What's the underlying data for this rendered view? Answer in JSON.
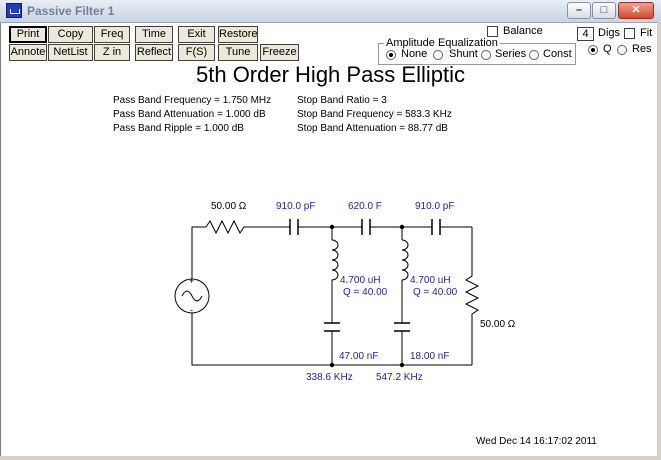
{
  "window": {
    "title": "Passive Filter 1",
    "controls": [
      "–",
      "□",
      "✕"
    ]
  },
  "toolbar": {
    "row1": [
      "Print",
      "Copy",
      "Freq",
      "Time",
      "Exit",
      "Restore"
    ],
    "row2": [
      "Annote",
      "NetList",
      "Z in",
      "Reflect",
      "F(S)",
      "Tune",
      "Freeze"
    ]
  },
  "options": {
    "balance_label": "Balance",
    "amplitude_equalization": {
      "label": "Amplitude Equalization",
      "options": [
        "None",
        "Shunt",
        "Series",
        "Const"
      ],
      "selected": "None"
    },
    "digs_value": "4",
    "digs_label": "Digs",
    "fit_label": "Fit",
    "q_label": "Q",
    "res_label": "Res",
    "q_res_selected": "Q"
  },
  "report": {
    "title": "5th Order High Pass Elliptic",
    "specs_left": [
      "Pass Band Frequency = 1.750 MHz",
      "Pass Band Attenuation = 1.000 dB",
      "Pass Band Ripple = 1.000 dB"
    ],
    "specs_right": [
      "Stop Band Ratio = 3",
      "Stop Band Frequency = 583.3 KHz",
      "Stop Band Attenuation = 88.77 dB"
    ],
    "timestamp": "Wed Dec 14 16:17:02 2011"
  },
  "schematic": {
    "source_resistor": "50.00 Ω",
    "series_caps": [
      "910.0 pF",
      "620.0 F",
      "910.0 pF"
    ],
    "shunt_inductors": [
      {
        "l": "4.700 uH",
        "q": "Q = 40.00"
      },
      {
        "l": "4.700 uH",
        "q": "Q = 40.00"
      }
    ],
    "shunt_caps": [
      "47.00 nF",
      "18.00 nF"
    ],
    "resonances": [
      "338.6 KHz",
      "547.2 KHz"
    ],
    "load_resistor": "50.00 Ω",
    "wire_color": "#000000",
    "label_color": "#1f1fb4"
  }
}
